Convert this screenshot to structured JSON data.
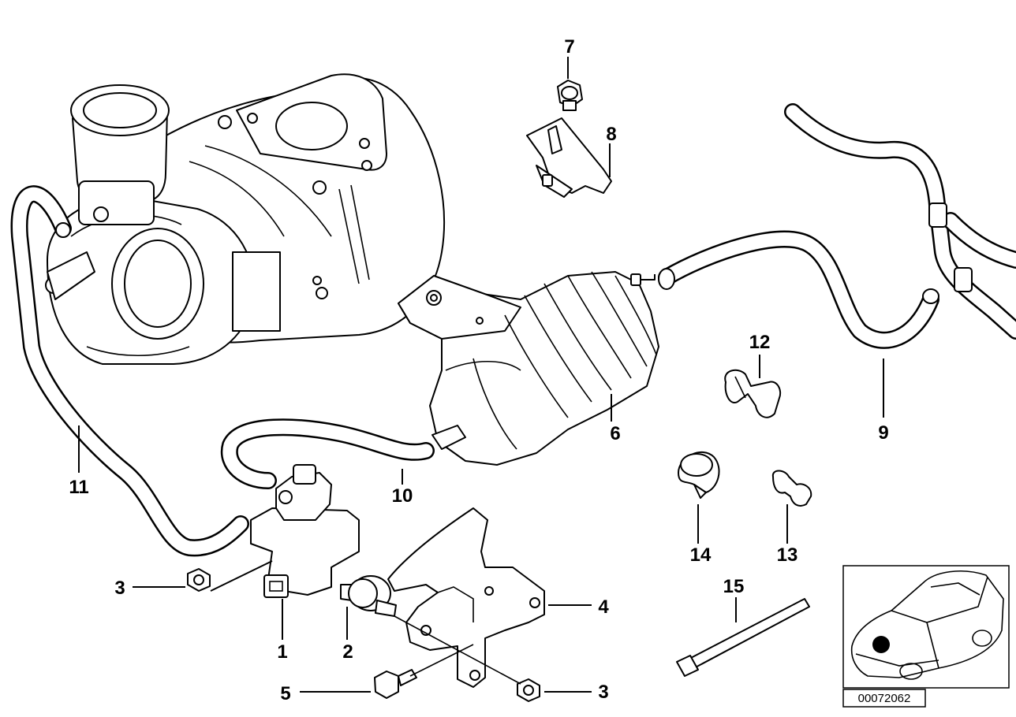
{
  "callouts": {
    "c1": "1",
    "c2": "2",
    "c3a": "3",
    "c3b": "3",
    "c4": "4",
    "c5": "5",
    "c6": "6",
    "c7": "7",
    "c8": "8",
    "c9": "9",
    "c10": "10",
    "c11": "11",
    "c12": "12",
    "c13": "13",
    "c14": "14",
    "c15": "15"
  },
  "drawing_number": "00072062"
}
